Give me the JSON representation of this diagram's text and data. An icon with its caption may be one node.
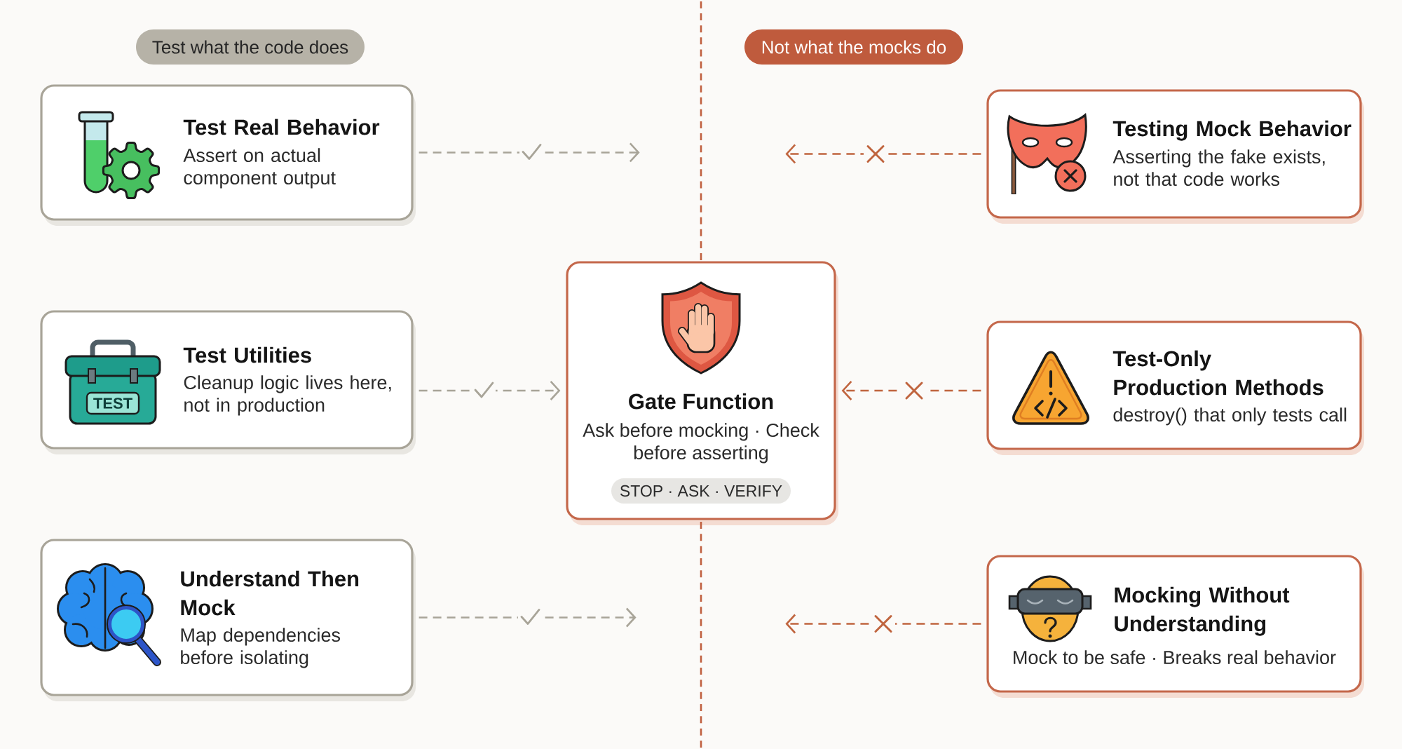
{
  "diagram": {
    "nodes": [
      {
        "text": [
          "Test what the code does"
        ]
      },
      {
        "text": [
          "Not what the mocks do"
        ]
      },
      {
        "text": [
          "Test Real Behavior",
          "Assert on actual component output"
        ]
      },
      {
        "text": [
          "Testing Mock Behavior",
          "Asserting the fake exists, not that code works"
        ]
      },
      {
        "text": [
          "Gate Function",
          "Ask before mocking · Check before asserting"
        ]
      },
      {
        "text": [
          "STOP · ASK · VERIFY"
        ],
        "in": 4
      },
      {
        "text": [
          "Test Utilities",
          "Cleanup logic lives here, not in production"
        ]
      },
      {
        "text": [
          "Test-Only Production Methods",
          "destroy() that only tests call"
        ]
      },
      {
        "text": [
          "Understand Then Mock",
          "Map dependencies before isolating"
        ]
      },
      {
        "text": [
          "Mocking Without Understanding",
          "Mock to be safe · Breaks real behavior"
        ]
      }
    ],
    "edges": [
      {
        "from": 2,
        "to": null,
        "arrow": "to",
        "style": "dashed",
        "color": "#a8a498"
      },
      {
        "from": 3,
        "to": null,
        "arrow": "to",
        "style": "dashed",
        "color": "#c0653f"
      },
      {
        "from": 6,
        "to": 4,
        "arrow": "to",
        "style": "dashed",
        "color": "#a8a498"
      },
      {
        "from": 7,
        "to": 4,
        "arrow": "to",
        "style": "dashed",
        "color": "#c0653f"
      },
      {
        "from": 8,
        "to": null,
        "arrow": "to",
        "style": "dashed",
        "color": "#a8a498"
      },
      {
        "from": 9,
        "to": null,
        "arrow": "to",
        "style": "dashed",
        "color": "#c0653f"
      }
    ],
    "labels": [
      "TEST"
    ]
  }
}
